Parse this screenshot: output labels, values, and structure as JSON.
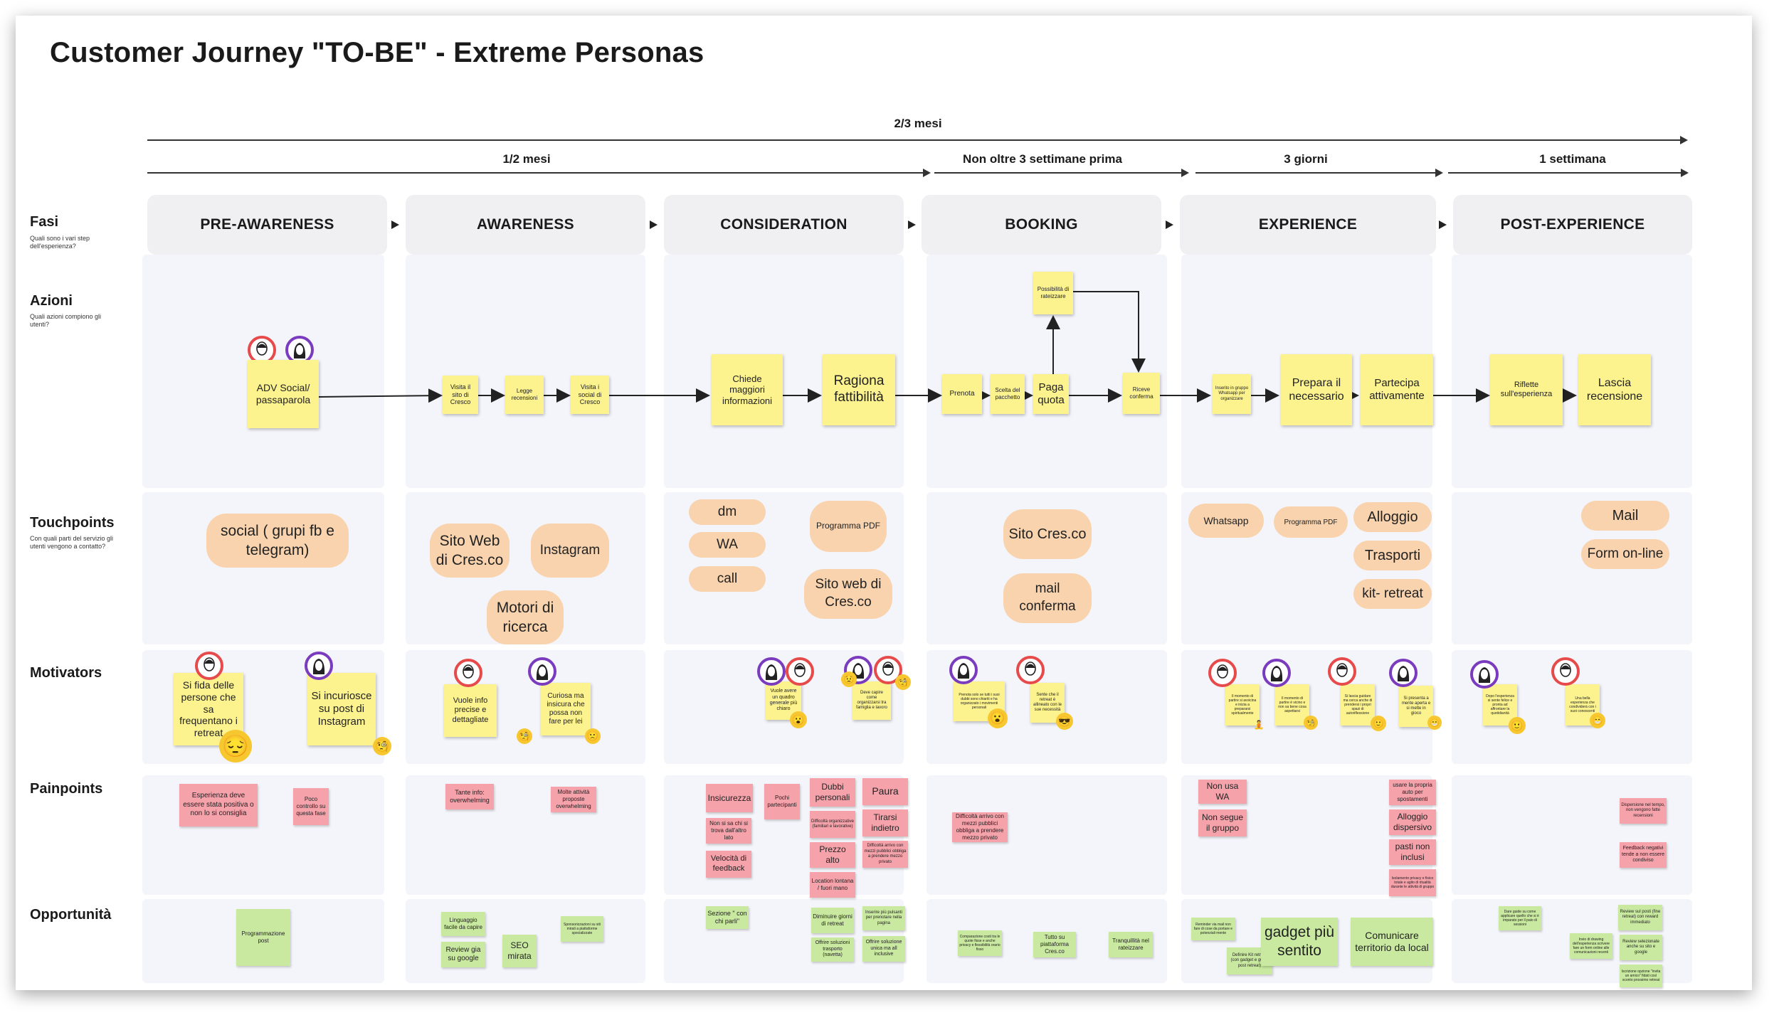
{
  "title": "Customer Journey \"TO-BE\" - Extreme Personas",
  "timeline": {
    "total": "2/3 mesi",
    "segments": [
      "1/2 mesi",
      "Non oltre 3 settimane prima",
      "3 giorni",
      "1 settimana"
    ]
  },
  "rows": {
    "fasi": {
      "label": "Fasi",
      "sub": "Quali sono i vari step dell'esperienza?"
    },
    "azioni": {
      "label": "Azioni",
      "sub": "Quali azioni compiono gli utenti?"
    },
    "touchpoints": {
      "label": "Touchpoints",
      "sub": "Con quali parti del servizio gli utenti vengono a contatto?"
    },
    "motivators": {
      "label": "Motivators"
    },
    "painpoints": {
      "label": "Painpoints"
    },
    "opportunita": {
      "label": "Opportunità"
    }
  },
  "phases": [
    "PRE-AWARENESS",
    "AWARENESS",
    "CONSIDERATION",
    "BOOKING",
    "EXPERIENCE",
    "POST-EXPERIENCE"
  ],
  "actions": {
    "adv": "ADV Social/ passaparola",
    "visita1": "Visita il sito di Cresco",
    "legge": "Legge recensioni",
    "visita2": "Visita i social di Cresco",
    "chiede": "Chiede maggiori informazioni",
    "ragiona": "Ragiona fattibilità",
    "prenota": "Prenota",
    "scelta": "Scelta del pacchetto",
    "paga": "Paga quota",
    "rateizzare": "Possibilità di rateizzare",
    "riceve": "Riceve conferma",
    "inserito": "Inserito in gruppo Whatsapp per organizzare",
    "prepara": "Prepara il necessario",
    "partecipa": "Partecipa attivamente",
    "riflette": "Riflette sull'esperienza",
    "lascia": "Lascia recensione"
  },
  "touchpoints": {
    "social": "social ( grupi fb e telegram)",
    "sitoweb": "Sito Web di Cres.co",
    "instagram": "Instagram",
    "motori": "Motori di ricerca",
    "dm": "dm",
    "wa": "WA",
    "call": "call",
    "programma_pdf": "Programma PDF",
    "sito_web_di": "Sito web di Cres.co",
    "sito_cresco": "Sito Cres.co",
    "mail_conferma": "mail conferma",
    "whatsapp": "Whatsapp",
    "programma_pdf2": "Programma PDF",
    "alloggio": "Alloggio",
    "trasporti": "Trasporti",
    "kit": "kit- retreat",
    "mail": "Mail",
    "form": "Form on-line"
  },
  "motivators": {
    "m1": "Si fida delle persone che sa frequentano i retreat",
    "m2": "Si incuriosce su post di Instagram",
    "m3": "Vuole info precise e dettagliate",
    "m4": "Curiosa ma insicura che possa non fare per lei",
    "m5": "Vuole avere un quadro generale più chiaro",
    "m6": "Deve capire come organizzarsi tra famiglia e lavoro",
    "m7": "Prenota solo se tutti i suoi dubbi sono chiariti e ha organizzato i movimenti personali",
    "m8": "Sente che il retreat è allineato con le sue necessità",
    "m9": "Il momento di partire si avvicina e inizia a prepararsi spiritualmente",
    "m10": "Il momento di partire è vicino e non sa bene cosa aspettarsi",
    "m11": "Si lascia guidare ma cerca anche di prendersi i propri spazi di autoriflessione",
    "m12": "Si presenta a mente aperta e si mette in gioco",
    "m13": "Dopo l'esperienza si sente felice e pronta ad affrontare la quotidianità",
    "m14": "Una bella esperienza che condividerà con i suoi conoscenti"
  },
  "painpoints": {
    "p1": "Esperienza deve essere stata positiva o non lo si consiglia",
    "p2": "Poco controllo su questa fase",
    "p3": "Tante info: overwhelming",
    "p4": "Molte attività proposte overwhelming",
    "p5": "Insicurezza",
    "p6": "Pochi partecipanti",
    "p7": "Dubbi personali",
    "p8": "Paura",
    "p9": "Non si sa chi si trova dall'altro lato",
    "p10": "Difficoltà organizzative (familiari e lavorative)",
    "p11": "Tirarsi indietro",
    "p12": "Velocità di feedback",
    "p13": "Prezzo alto",
    "p14": "Difficoltà arrivo con mezzi pubblici obbliga a prendere mezzo privato",
    "p15": "Location lontana / fuori mano",
    "p16": "Difficoltà arrivo con mezzi pubblici obbliga a prendere mezzo privato",
    "p17": "Non usa WA",
    "p18": "Non segue il gruppo",
    "p19": "usare la propria auto per spostamenti",
    "p20": "Alloggio dispersivo",
    "p21": "pasti non inclusi",
    "p22": "Isolamento privacy e fisico totale e agito di ritualità durante le attività di gruppo",
    "p23": "Dispersione nel tempo, non vengono fatte recensioni",
    "p24": "Feedback negativi tende a non essere condiviso"
  },
  "opportunities": {
    "o1": "Programmazione post",
    "o2": "Linguaggio facile da capire",
    "o3": "Review gia su google",
    "o4": "SEO mirata",
    "o5": "Sponsorizzazioni su siti mirati a piattaforme specializzate",
    "o6": "Sezione \" con chi parli\"",
    "o7": "Diminuire giorni di retreat",
    "o8": "Inserire più pulsanti per prenotare nella pagina",
    "o9": "Offrire soluzioni trasporto (navetta)",
    "o10": "Offrire soluzione unica ma all inclusive",
    "o11": "Comparazione costi tra le quote fisse e anche privacy e flessibilità orario fisso",
    "o12": "Tutto su piattaforma Cres.co",
    "o13": "Tranquillità nel rateizzare",
    "o14": "Reminder via mail non fare di cose da portare e potenziali mente",
    "o15": "Definire Kit retreat (con gadget e guida post retreat)",
    "o16": "gadget più sentito",
    "o17": "Comunicare territorio da local",
    "o18": "Dare guide su come applicare quello che si è imparato per il paio di sessioni",
    "o19": "Review sul posti (fine retreat) con reward immediato",
    "o20": "Invio di drawing dell'esperienza scrivere fare un form online alle comunicazioni recenti",
    "o21": "Review selezionate anche su sito e google",
    "o22": "Iscrizione opzione \"invita un amico\" fidati così sconto prossimo retreat"
  },
  "colors": {
    "sticky_yellow": "#fcf38f",
    "touch_orange": "#f8d3ad",
    "pain_pink": "#f6a2ab",
    "opp_green": "#c9e9a0",
    "persona_red": "#e64a4a",
    "persona_purple": "#7a3bbf"
  },
  "icons": {
    "emoji_pensive": "😔",
    "emoji_thinking": "🧐",
    "emoji_worried": "😟",
    "emoji_surprised": "😮",
    "emoji_cool": "😎",
    "emoji_grin": "😁",
    "emoji_meditate": "🧘",
    "emoji_smile": "🙂",
    "emoji_face": "🙁"
  }
}
